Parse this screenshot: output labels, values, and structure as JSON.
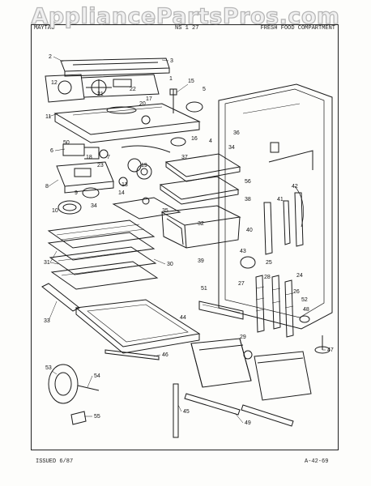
{
  "watermark": "AppliancePartsPros.com",
  "header": {
    "left": "MAYTAG",
    "middle": "NS 1 27",
    "right": "FRESH FOOD COMPARTMENT"
  },
  "footer": {
    "issued": "ISSUED 6/87",
    "code": "A-42-69"
  },
  "callouts": [
    "1",
    "2",
    "3",
    "4",
    "5",
    "6",
    "7",
    "8",
    "9",
    "10",
    "11",
    "12",
    "13",
    "14",
    "15",
    "16",
    "17",
    "18",
    "19",
    "20",
    "21",
    "22",
    "23",
    "24",
    "25",
    "26",
    "27",
    "28",
    "29",
    "30",
    "31",
    "32",
    "33",
    "34",
    "35",
    "36",
    "37",
    "38",
    "39",
    "40",
    "41",
    "42",
    "43",
    "44",
    "45",
    "46",
    "47",
    "48",
    "49",
    "50",
    "51",
    "52",
    "53",
    "54",
    "55",
    "56"
  ],
  "colors": {
    "ink": "#1a1a1a",
    "paper": "#fdfdfb",
    "watermark_stroke": "#b7b7b7"
  }
}
